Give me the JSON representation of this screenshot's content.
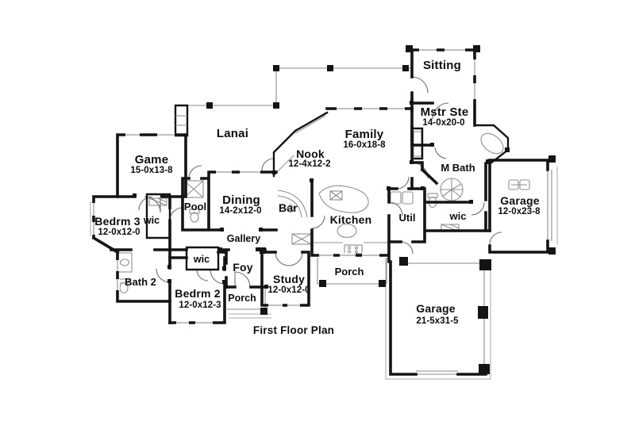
{
  "drawing": {
    "title": "First Floor Plan",
    "ink_color": "#141414",
    "thin_line_color": "#8a8a8a",
    "background": "#ffffff"
  },
  "rooms": {
    "sitting": {
      "label": "Sitting"
    },
    "mstr_ste": {
      "label": "Mstr Ste",
      "dims": "14-0x20-0"
    },
    "family": {
      "label": "Family",
      "dims": "16-0x18-8"
    },
    "nook": {
      "label": "Nook",
      "dims": "12-4x12-2"
    },
    "lanai": {
      "label": "Lanai"
    },
    "game": {
      "label": "Game",
      "dims": "15-0x13-8"
    },
    "dining": {
      "label": "Dining",
      "dims": "14-2x12-0"
    },
    "pool": {
      "label": "Pool"
    },
    "bar": {
      "label": "Bar"
    },
    "kitchen": {
      "label": "Kitchen"
    },
    "util": {
      "label": "Util"
    },
    "m_bath": {
      "label": "M Bath"
    },
    "wic_master": {
      "label": "wic"
    },
    "garage_side": {
      "label": "Garage",
      "dims": "12-0x23-8"
    },
    "bedrm3": {
      "label": "Bedrm 3",
      "dims": "12-0x12-0"
    },
    "wic_bedrm3": {
      "label": "wic"
    },
    "wic_bedrm2": {
      "label": "wic"
    },
    "gallery": {
      "label": "Gallery"
    },
    "bath2": {
      "label": "Bath 2"
    },
    "bedrm2": {
      "label": "Bedrm 2",
      "dims": "12-0x12-3"
    },
    "foy": {
      "label": "Foy"
    },
    "porch_entry": {
      "label": "Porch"
    },
    "study": {
      "label": "Study",
      "dims": "12-0x12-0"
    },
    "porch_rear": {
      "label": "Porch"
    },
    "garage_main": {
      "label": "Garage",
      "dims": "21-5x31-5"
    }
  }
}
